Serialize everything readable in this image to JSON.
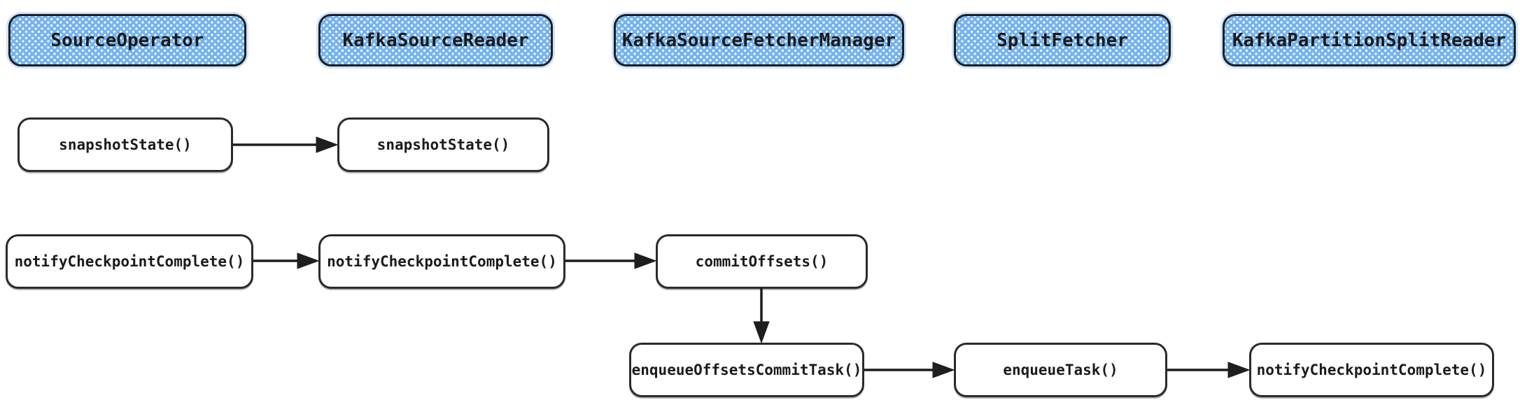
{
  "colors": {
    "lane_fill": "#74b2ee",
    "stroke": "#1e1e1e",
    "node_fill": "#ffffff",
    "canvas_background": "#ffffff"
  },
  "lanes": {
    "items": [
      {
        "label": "SourceOperator"
      },
      {
        "label": "KafkaSourceReader"
      },
      {
        "label": "KafkaSourceFetcherManager"
      },
      {
        "label": "SplitFetcher"
      },
      {
        "label": "KafkaPartitionSplitReader"
      }
    ]
  },
  "nodes": {
    "snapshot_state_source_operator": {
      "label": "snapshotState()"
    },
    "snapshot_state_kafka_source_reader": {
      "label": "snapshotState()"
    },
    "notify_checkpoint_complete_source_operator": {
      "label": "notifyCheckpointComplete()"
    },
    "notify_checkpoint_complete_kafka_source_reader": {
      "label": "notifyCheckpointComplete()"
    },
    "commit_offsets": {
      "label": "commitOffsets()"
    },
    "enqueue_offsets_commit_task": {
      "label": "enqueueOffsetsCommitTask()"
    },
    "enqueue_task": {
      "label": "enqueueTask()"
    },
    "notify_checkpoint_complete_split_reader": {
      "label": "notifyCheckpointComplete()"
    }
  },
  "connections": [
    {
      "from": "snapshotState() @SourceOperator",
      "to": "snapshotState() @KafkaSourceReader"
    },
    {
      "from": "notifyCheckpointComplete() @SourceOperator",
      "to": "notifyCheckpointComplete() @KafkaSourceReader"
    },
    {
      "from": "notifyCheckpointComplete() @KafkaSourceReader",
      "to": "commitOffsets() @KafkaSourceFetcherManager"
    },
    {
      "from": "commitOffsets() @KafkaSourceFetcherManager",
      "to": "enqueueOffsetsCommitTask() @KafkaSourceFetcherManager"
    },
    {
      "from": "enqueueOffsetsCommitTask() @KafkaSourceFetcherManager",
      "to": "enqueueTask() @SplitFetcher"
    },
    {
      "from": "enqueueTask() @SplitFetcher",
      "to": "notifyCheckpointComplete() @KafkaPartitionSplitReader"
    }
  ]
}
